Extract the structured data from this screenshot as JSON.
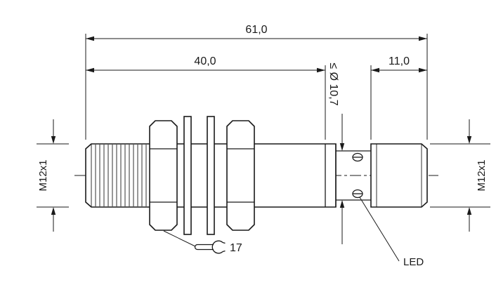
{
  "drawing": {
    "labels": {
      "total_length": "61,0",
      "thread_length": "40,0",
      "connector_length": "11,0",
      "sleeve_diameter": "≤ Ø 10,7",
      "thread_size_left": "M12x1",
      "thread_size_right": "M12x1",
      "wrench_size": "17",
      "led": "LED"
    },
    "colors": {
      "line": "#1a1a1a",
      "background": "#ffffff"
    }
  }
}
